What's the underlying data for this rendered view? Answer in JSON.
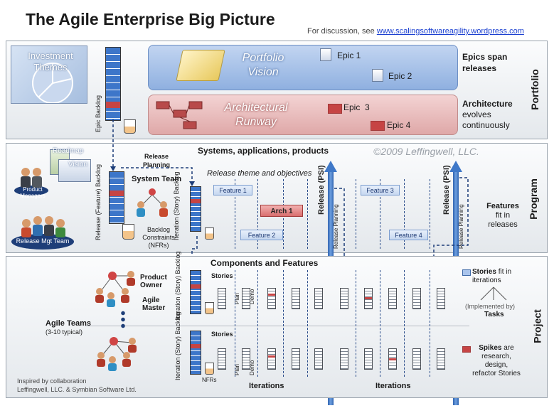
{
  "header": {
    "title": "The Agile Enterprise Big Picture",
    "discussion_prefix": "For discussion, see ",
    "discussion_link": "www.scalingsoftwareagility.wordpress.com"
  },
  "portfolio": {
    "band_label": "Portfolio",
    "investment_themes": "Investment Themes",
    "epic_backlog": "Epic  Backlog",
    "vision_title": "Portfolio Vision",
    "epics": [
      "Epic 1",
      "Epic 2",
      "Epic  3",
      "Epic 4"
    ],
    "epics_span": "Epics span releases",
    "runway_title": "Architectural Runway",
    "architecture_bold": "Architecture",
    "architecture_rest": "evolves continuously"
  },
  "program": {
    "band_label": "Program",
    "systems": "Systems, applications, products",
    "copyright": "©2009 Leffingwell, LLC.",
    "roadmap": "Roadmap",
    "vision": "Vision",
    "release_planning": "Release Planning",
    "system_team": "System Team",
    "release_theme": "Release theme and objectives",
    "release_backlog": "Release (Feature) Backlog",
    "iteration_backlog": "Iteration (Story) Backlog",
    "product_managers": "Product Managers",
    "release_mgt_team": "Release Mgt Team",
    "backlog_constraints": "Backlog Constraints (NFRs)",
    "features": [
      "Feature 1",
      "Feature 2",
      "Feature 3",
      "Feature 4"
    ],
    "arch": "Arch 1",
    "release_psi": "Release (PSI)",
    "release_planning_vertical": "Release Planning",
    "features_fit_bold": "Features",
    "features_fit_rest": "fit in releases"
  },
  "project": {
    "band_label": "Project",
    "components": "Components and Features",
    "stories": "Stories",
    "plan": "Plan",
    "demo": "Demo",
    "product_owner": "Product Owner",
    "agile_master": "Agile Master",
    "agile_teams": "Agile Teams",
    "agile_teams_sub": "(3-10 typical)",
    "iteration_backlog": "Iteration (Story) Backlog",
    "nfrs": "NFRs",
    "iterations": "Iterations",
    "stories_fit_bold": "Stories",
    "stories_fit_rest": "fit in iterations",
    "implemented_by": "(Implemented by)",
    "tasks": "Tasks",
    "spikes_bold": "Spikes",
    "spikes_rest": "are research, design, refactor Stories",
    "inspired_line1": "Inspired by collaboration",
    "inspired_line2": "Leffingwell, LLC. & Symbian Software Ltd."
  },
  "colors": {
    "blue_band": "#a9c4ec",
    "red_band": "#e8b9b9",
    "arrow_blue": "#3f78c8",
    "chip_red": "#c64444"
  }
}
